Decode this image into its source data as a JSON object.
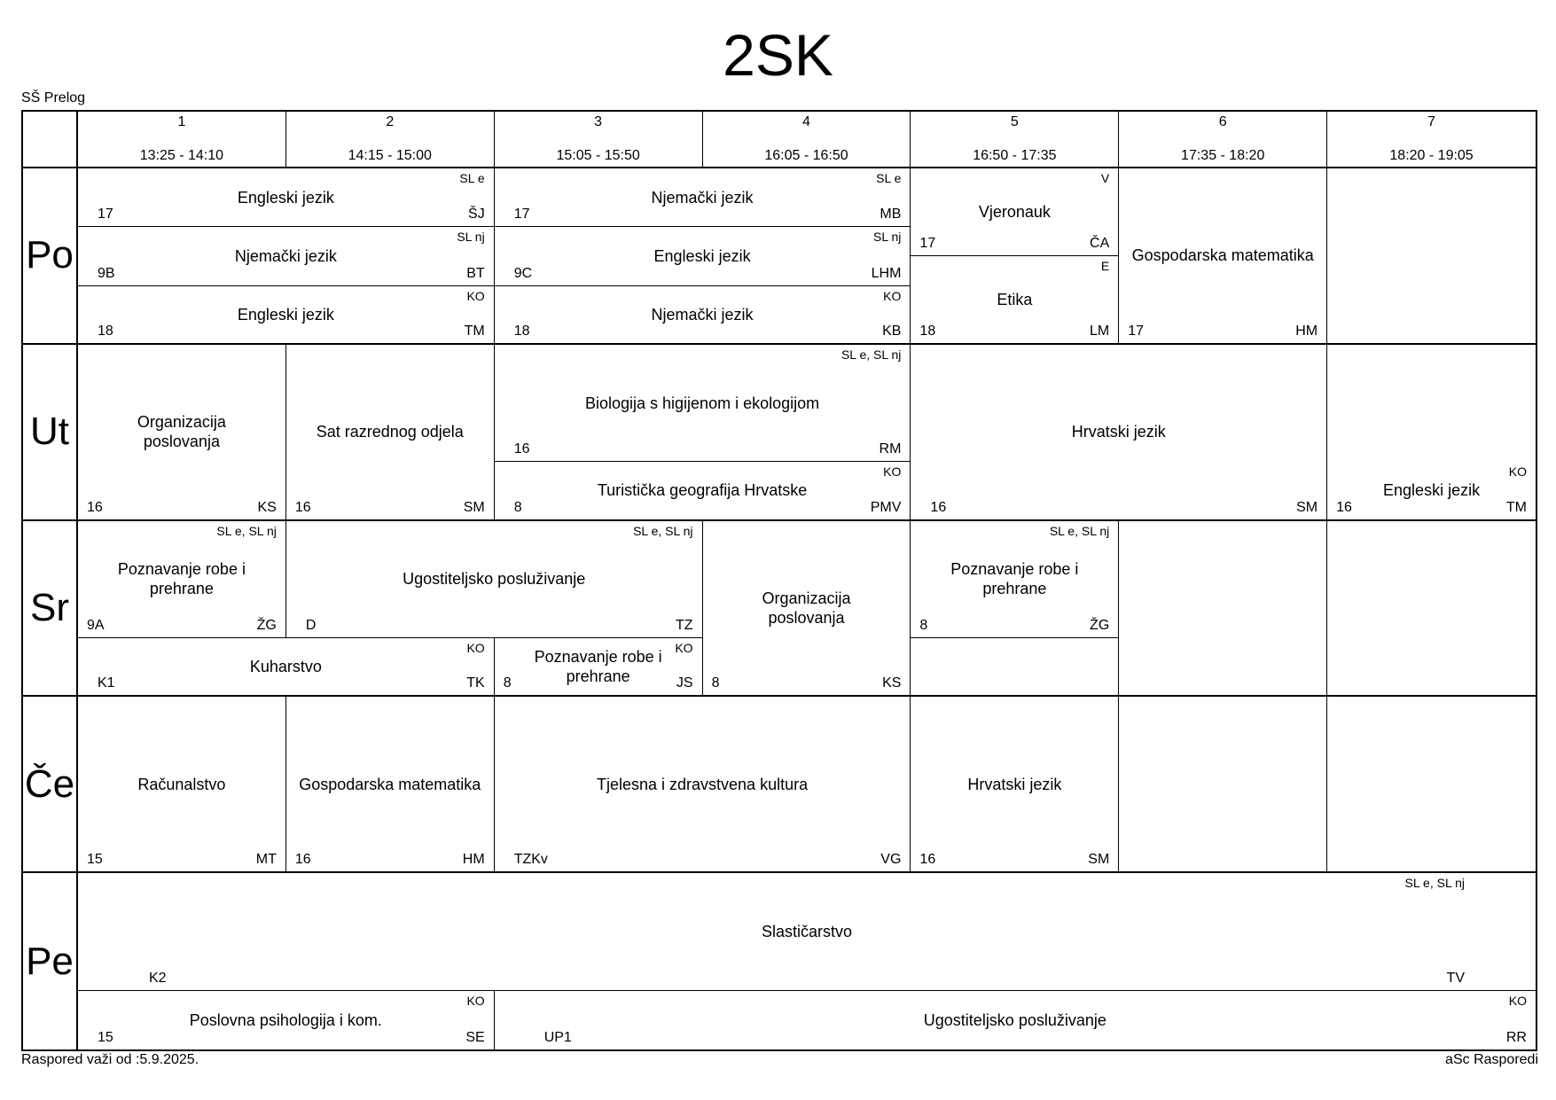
{
  "title": "2SK",
  "school": "SŠ Prelog",
  "footer": {
    "valid_from": "Raspored važi od :5.9.2025.",
    "credit": "aSc Rasporedi"
  },
  "periods": [
    {
      "num": "1",
      "time": "13:25 - 14:10"
    },
    {
      "num": "2",
      "time": "14:15 - 15:00"
    },
    {
      "num": "3",
      "time": "15:05 - 15:50"
    },
    {
      "num": "4",
      "time": "16:05 - 16:50"
    },
    {
      "num": "5",
      "time": "16:50 - 17:35"
    },
    {
      "num": "6",
      "time": "17:35 - 18:20"
    },
    {
      "num": "7",
      "time": "18:20 - 19:05"
    }
  ],
  "days": [
    "Po",
    "Ut",
    "Sr",
    "Če",
    "Pe"
  ],
  "lessons": [
    {
      "day": 0,
      "period": 1,
      "span": 2,
      "sub_row": 0,
      "sub_rows": 3,
      "subject": "Engleski jezik",
      "group": "SL e",
      "room": "17",
      "teacher": "ŠJ"
    },
    {
      "day": 0,
      "period": 1,
      "span": 2,
      "sub_row": 1,
      "sub_rows": 3,
      "subject": "Njemački jezik",
      "group": "SL nj",
      "room": "9B",
      "teacher": "BT"
    },
    {
      "day": 0,
      "period": 1,
      "span": 2,
      "sub_row": 2,
      "sub_rows": 3,
      "subject": "Engleski jezik",
      "group": "KO",
      "room": "18",
      "teacher": "TM"
    },
    {
      "day": 0,
      "period": 3,
      "span": 2,
      "sub_row": 0,
      "sub_rows": 3,
      "subject": "Njemački jezik",
      "group": "SL e",
      "room": "17",
      "teacher": "MB"
    },
    {
      "day": 0,
      "period": 3,
      "span": 2,
      "sub_row": 1,
      "sub_rows": 3,
      "subject": "Engleski jezik",
      "group": "SL nj",
      "room": "9C",
      "teacher": "LHM"
    },
    {
      "day": 0,
      "period": 3,
      "span": 2,
      "sub_row": 2,
      "sub_rows": 3,
      "subject": "Njemački jezik",
      "group": "KO",
      "room": "18",
      "teacher": "KB"
    },
    {
      "day": 0,
      "period": 5,
      "span": 1,
      "sub_row": 0,
      "sub_rows": 2,
      "subject": "Vjeronauk",
      "group": "V",
      "room": "17",
      "teacher": "ČA"
    },
    {
      "day": 0,
      "period": 5,
      "span": 1,
      "sub_row": 1,
      "sub_rows": 2,
      "subject": "Etika",
      "group": "E",
      "room": "18",
      "teacher": "LM"
    },
    {
      "day": 0,
      "period": 6,
      "span": 1,
      "sub_row": 0,
      "sub_rows": 1,
      "subject": "Gospodarska matematika",
      "group": "",
      "room": "17",
      "teacher": "HM"
    },
    {
      "day": 1,
      "period": 1,
      "span": 1,
      "sub_row": 0,
      "sub_rows": 1,
      "subject": "Organizacija poslovanja",
      "group": "",
      "room": "16",
      "teacher": "KS"
    },
    {
      "day": 1,
      "period": 2,
      "span": 1,
      "sub_row": 0,
      "sub_rows": 1,
      "subject": "Sat razrednog odjela",
      "group": "",
      "room": "16",
      "teacher": "SM"
    },
    {
      "day": 1,
      "period": 3,
      "span": 2,
      "sub_row": 0,
      "sub_rows": 1,
      "top_frac": 0,
      "h_frac": 0.667,
      "subject": "Biologija s higijenom i ekologijom",
      "group": "SL e, SL nj",
      "room": "16",
      "teacher": "RM"
    },
    {
      "day": 1,
      "period": 3,
      "span": 2,
      "sub_row": 0,
      "sub_rows": 1,
      "top_frac": 0.667,
      "h_frac": 0.333,
      "subject": "Turistička geografija Hrvatske",
      "group": "KO",
      "room": "8",
      "teacher": "PMV"
    },
    {
      "day": 1,
      "period": 5,
      "span": 2,
      "sub_row": 0,
      "sub_rows": 1,
      "subject": "Hrvatski jezik",
      "group": "",
      "room": "16",
      "teacher": "SM"
    },
    {
      "day": 1,
      "period": 7,
      "span": 1,
      "sub_row": 0,
      "sub_rows": 1,
      "top_frac": 0.667,
      "h_frac": 0.333,
      "subject": "Engleski jezik",
      "group": "KO",
      "room": "16",
      "teacher": "TM"
    },
    {
      "day": 2,
      "period": 1,
      "span": 1,
      "sub_row": 0,
      "sub_rows": 1,
      "top_frac": 0,
      "h_frac": 0.667,
      "subject": "Poznavanje robe i prehrane",
      "group": "SL e, SL nj",
      "room": "9A",
      "teacher": "ŽG"
    },
    {
      "day": 2,
      "period": 2,
      "span": 2,
      "sub_row": 0,
      "sub_rows": 1,
      "top_frac": 0,
      "h_frac": 0.667,
      "subject": "Ugostiteljsko posluživanje",
      "group": "SL e, SL nj",
      "room": "D",
      "teacher": "TZ"
    },
    {
      "day": 2,
      "period": 1,
      "span": 2,
      "sub_row": 0,
      "sub_rows": 1,
      "top_frac": 0.667,
      "h_frac": 0.333,
      "subject": "Kuharstvo",
      "group": "KO",
      "room": "K1",
      "teacher": "TK"
    },
    {
      "day": 2,
      "period": 3,
      "span": 1,
      "sub_row": 0,
      "sub_rows": 1,
      "top_frac": 0.667,
      "h_frac": 0.333,
      "subject": "Poznavanje robe i prehrane",
      "group": "KO",
      "room": "8",
      "teacher": "JS"
    },
    {
      "day": 2,
      "period": 4,
      "span": 1,
      "sub_row": 0,
      "sub_rows": 1,
      "subject": "Organizacija poslovanja",
      "group": "",
      "room": "8",
      "teacher": "KS"
    },
    {
      "day": 2,
      "period": 5,
      "span": 1,
      "sub_row": 0,
      "sub_rows": 1,
      "top_frac": 0,
      "h_frac": 0.667,
      "subject": "Poznavanje robe i prehrane",
      "group": "SL e, SL nj",
      "room": "8",
      "teacher": "ŽG"
    },
    {
      "day": 3,
      "period": 1,
      "span": 1,
      "sub_row": 0,
      "sub_rows": 1,
      "subject": "Računalstvo",
      "group": "",
      "room": "15",
      "teacher": "MT"
    },
    {
      "day": 3,
      "period": 2,
      "span": 1,
      "sub_row": 0,
      "sub_rows": 1,
      "subject": "Gospodarska matematika",
      "group": "",
      "room": "16",
      "teacher": "HM"
    },
    {
      "day": 3,
      "period": 3,
      "span": 2,
      "sub_row": 0,
      "sub_rows": 1,
      "subject": "Tjelesna i zdravstvena kultura",
      "group": "",
      "room": "TZKv",
      "teacher": "VG"
    },
    {
      "day": 3,
      "period": 5,
      "span": 1,
      "sub_row": 0,
      "sub_rows": 1,
      "subject": "Hrvatski jezik",
      "group": "",
      "room": "16",
      "teacher": "SM"
    },
    {
      "day": 4,
      "period": 1,
      "span": 7,
      "sub_row": 0,
      "sub_rows": 1,
      "top_frac": 0,
      "h_frac": 0.667,
      "subject": "Slastičarstvo",
      "group": "SL e, SL nj",
      "room": "K2",
      "teacher": "TV"
    },
    {
      "day": 4,
      "period": 1,
      "span": 2,
      "sub_row": 0,
      "sub_rows": 1,
      "top_frac": 0.667,
      "h_frac": 0.333,
      "subject": "Poslovna psihologija i kom.",
      "group": "KO",
      "room": "15",
      "teacher": "SE"
    },
    {
      "day": 4,
      "period": 3,
      "span": 5,
      "sub_row": 0,
      "sub_rows": 1,
      "top_frac": 0.667,
      "h_frac": 0.333,
      "subject": "Ugostiteljsko posluživanje",
      "group": "KO",
      "room": "UP1",
      "teacher": "RR"
    }
  ]
}
